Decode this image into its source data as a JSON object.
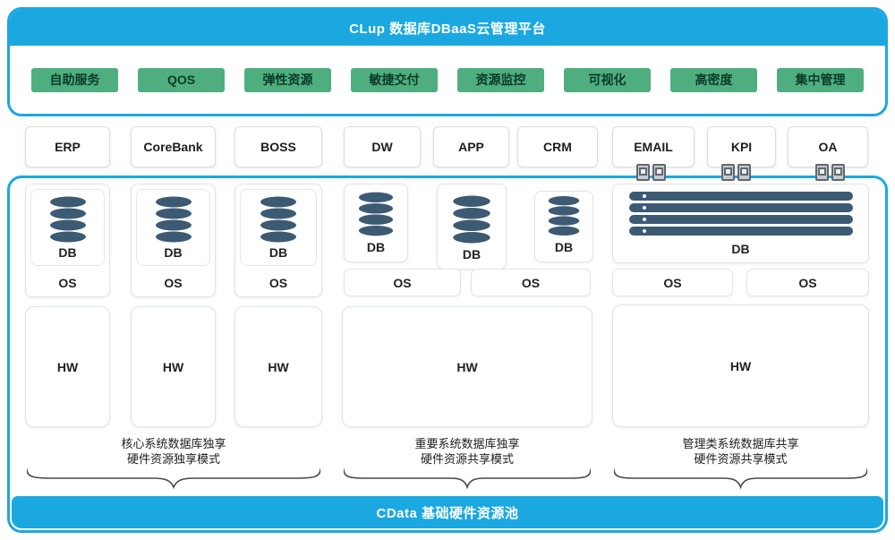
{
  "platform": {
    "title": "CLup 数据库DBaaS云管理平台",
    "features": [
      "自助服务",
      "QOS",
      "弹性资源",
      "敏捷交付",
      "资源监控",
      "可视化",
      "高密度",
      "集中管理"
    ]
  },
  "apps": [
    "ERP",
    "CoreBank",
    "BOSS",
    "DW",
    "APP",
    "CRM",
    "EMAIL",
    "KPI",
    "OA"
  ],
  "labels": {
    "db": "DB",
    "os": "OS",
    "hw": "HW"
  },
  "groups": [
    {
      "line1": "核心系统数据库独享",
      "line2": "硬件资源独享模式"
    },
    {
      "line1": "重要系统数据库独享",
      "line2": "硬件资源共享模式"
    },
    {
      "line1": "管理类系统数据库共享",
      "line2": "硬件资源共享模式"
    }
  ],
  "footer": {
    "title": "CData 基础硬件资源池"
  },
  "colors": {
    "accent_blue": "#1BA8E0",
    "accent_green": "#4FAE7F",
    "feature_text": "#0A3A28",
    "db_icon": "#3D5A73"
  }
}
